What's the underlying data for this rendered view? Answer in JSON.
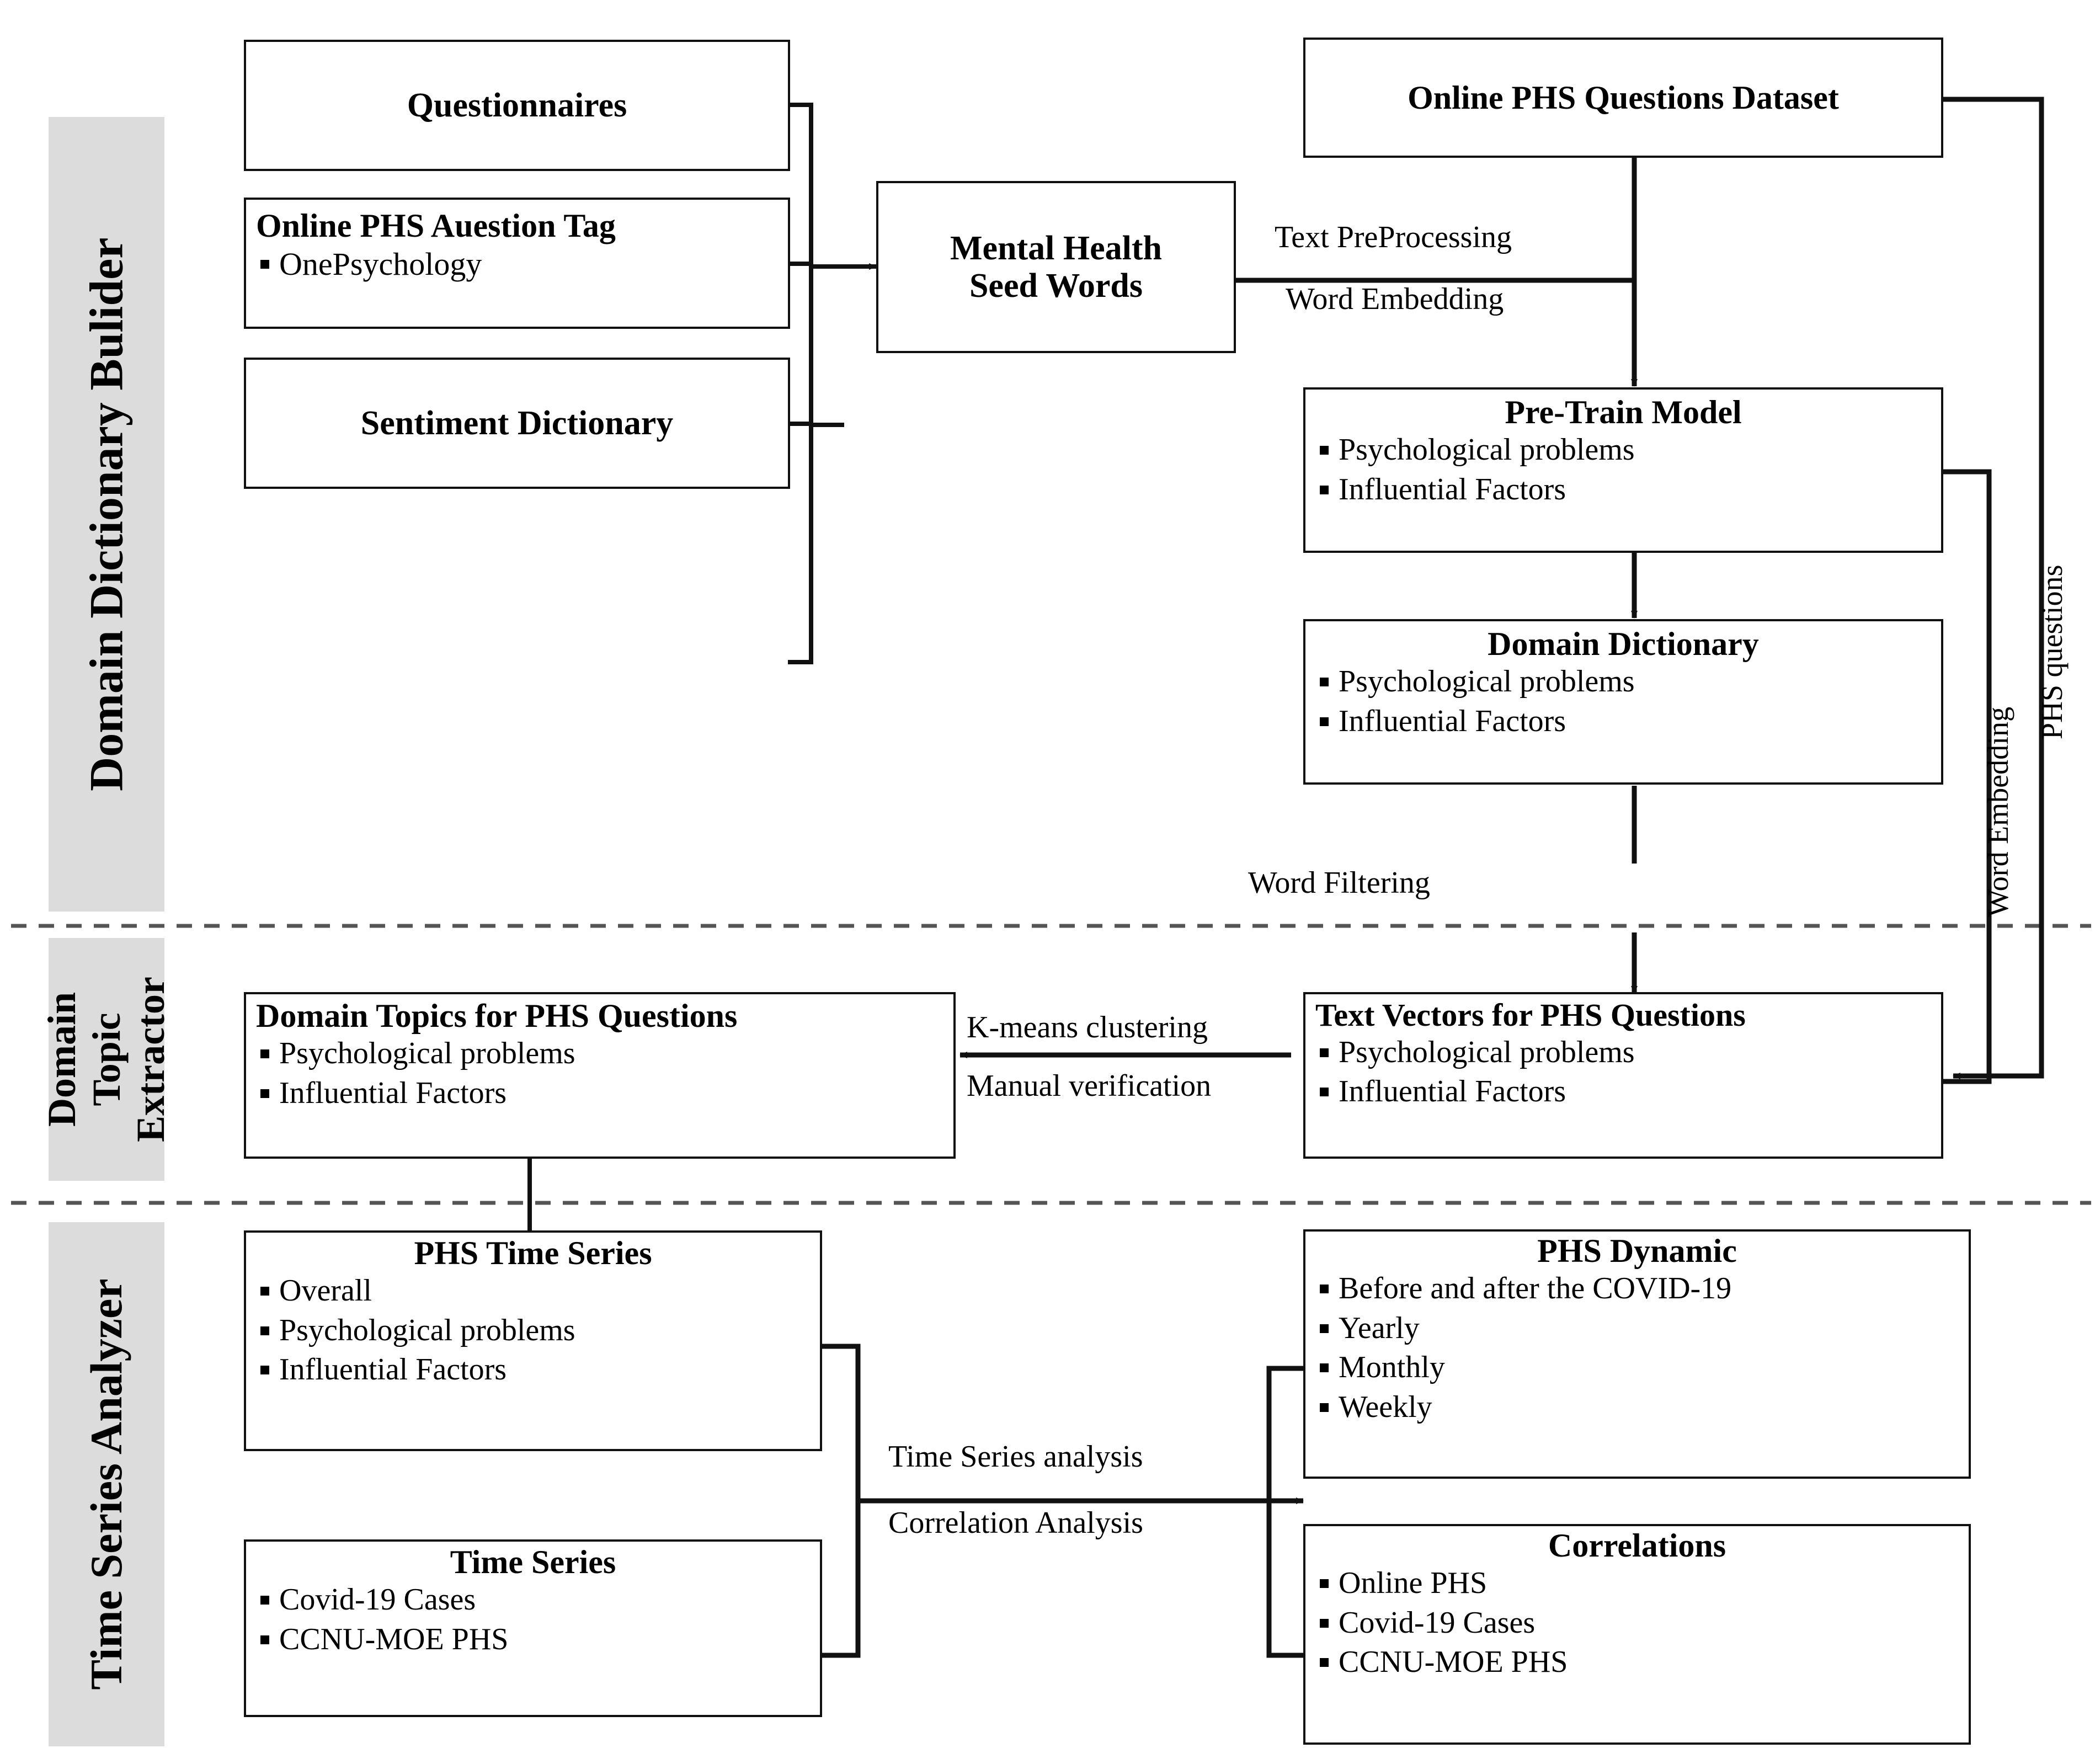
{
  "bands": [
    {
      "id": "domain-dictionary-builder",
      "label": "Domain Dictionary Bulider"
    },
    {
      "id": "domain-topic-extractor",
      "label": "Domain Topic Extractor"
    },
    {
      "id": "time-series-analyzer",
      "label": "Time Series Analyzer"
    }
  ],
  "boxes": {
    "questionnaires": {
      "title": "Questionnaires",
      "items": []
    },
    "online_phs_auestion_tag": {
      "title": "Online PHS Auestion Tag",
      "items": [
        "OnePsychology"
      ]
    },
    "sentiment_dictionary": {
      "title": "Sentiment Dictionary",
      "items": []
    },
    "mental_health_seed_words": {
      "title_line1": "Mental Health",
      "title_line2": "Seed Words",
      "items": []
    },
    "online_phs_questions_dataset": {
      "title": "Online PHS Questions Dataset",
      "items": []
    },
    "pre_train_model": {
      "title": "Pre-Train Model",
      "items": [
        "Psychological problems",
        "Influential Factors"
      ]
    },
    "domain_dictionary": {
      "title": "Domain Dictionary",
      "items": [
        "Psychological problems",
        "Influential Factors"
      ]
    },
    "domain_topics_for_phs_questions": {
      "title": "Domain Topics for PHS Questions",
      "items": [
        "Psychological problems",
        "Influential Factors"
      ]
    },
    "text_vectors_for_phs_questions": {
      "title": "Text Vectors  for PHS Questions",
      "items": [
        "Psychological problems",
        "Influential Factors"
      ]
    },
    "phs_time_series": {
      "title": "PHS Time Series",
      "items": [
        "Overall",
        "Psychological problems",
        "Influential Factors"
      ]
    },
    "time_series": {
      "title": "Time Series",
      "items": [
        "Covid-19 Cases",
        "CCNU-MOE PHS"
      ]
    },
    "phs_dynamic": {
      "title": "PHS Dynamic",
      "items": [
        "Before and after the COVID-19",
        "Yearly",
        "Monthly",
        "Weekly"
      ]
    },
    "correlations": {
      "title": "Correlations",
      "items": [
        "Online PHS",
        "Covid-19 Cases",
        "CCNU-MOE PHS"
      ]
    }
  },
  "edge_labels": {
    "text_preprocessing": "Text PreProcessing",
    "word_embedding_top": "Word Embedding",
    "word_filtering": "Word Filtering",
    "word_embedding_side": "Word Embedding",
    "phs_questions_side": "PHS questions",
    "kmeans_clustering": "K-means clustering",
    "manual_verification": "Manual verification",
    "time_series_analysis": "Time Series analysis",
    "correlation_analysis": "Correlation Analysis"
  },
  "colors": {
    "band_fill": "#dcdcdc",
    "stroke": "#111111",
    "divider": "#555555",
    "background": "#ffffff"
  }
}
